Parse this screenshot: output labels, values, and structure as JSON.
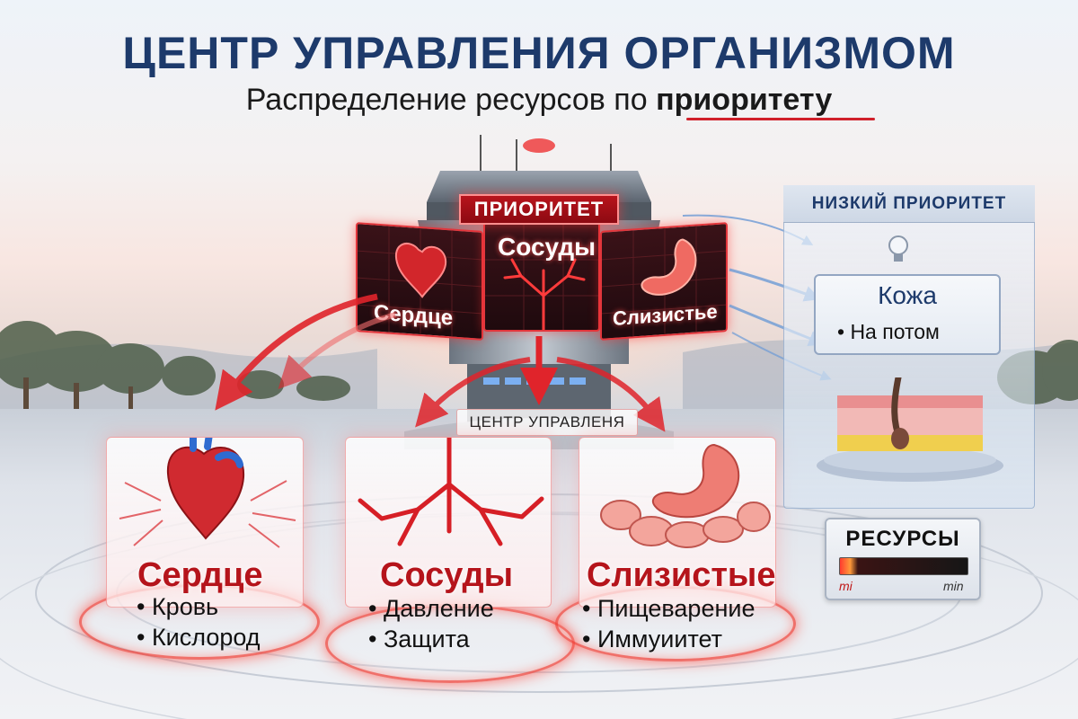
{
  "header": {
    "title": "ЦЕНТР УПРАВЛЕНИЯ ОРГАНИЗМОМ",
    "subtitle_prefix": "Распределение ресурсов по",
    "subtitle_emphasis": "приоритету"
  },
  "priority_ribbon": "ПРИОРИТЕТ",
  "screens": [
    {
      "label": "Сердце"
    },
    {
      "label": "Сосуды"
    },
    {
      "label": "Слизистье"
    }
  ],
  "control_center_label": "ЦЕНТР УПРАВЛЕНЯ",
  "cards": [
    {
      "title": "Сердце",
      "items": [
        "• Кровь",
        "• Кислород"
      ]
    },
    {
      "title": "Сосуды",
      "items": [
        "• Давление",
        "• Защита"
      ]
    },
    {
      "title": "Слизистые",
      "items": [
        "• Пищеварение",
        "• Иммуиитет"
      ]
    }
  ],
  "low_priority": {
    "header": "НИЗКИЙ ПРИОРИТЕТ",
    "title": "Кожа",
    "item": "• На потом"
  },
  "resources": {
    "title": "РЕСУРСЫ",
    "left_label": "mi",
    "right_label": "min",
    "level": 0.1
  },
  "colors": {
    "accent_red": "#d0202a",
    "navy": "#1d3a6b",
    "low_blue": "#93a6c2"
  },
  "icons": [
    "heart-icon",
    "vessels-icon",
    "stomach-icon",
    "skin-icon",
    "lightbulb-icon"
  ]
}
